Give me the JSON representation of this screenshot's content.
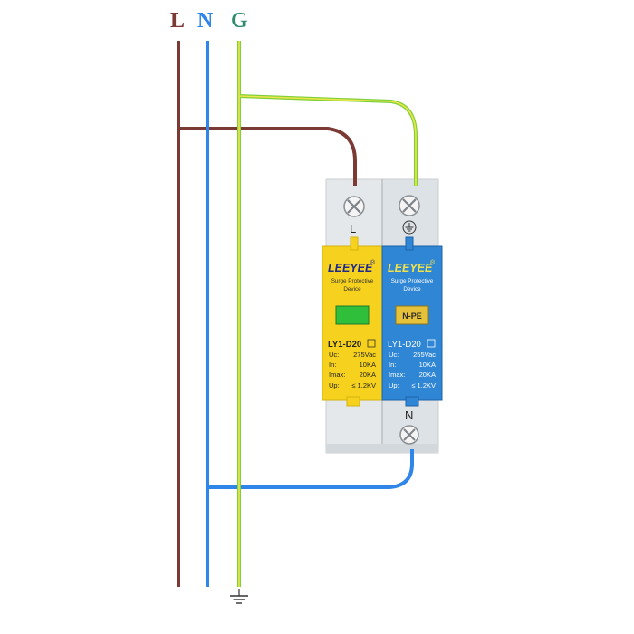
{
  "conductor_labels": {
    "line": "L",
    "neutral": "N",
    "ground": "G"
  },
  "colors": {
    "line_wire": "#7b3a33",
    "neutral_wire": "#2f86e8",
    "ground_wire_green": "#7fd03a",
    "ground_wire_yellow": "#ece64a",
    "module_line_body": "#f6d21e",
    "module_neutral_body": "#2f86d4",
    "housing": "#e3e7ea",
    "indicator_green": "#2fbf3a"
  },
  "module_line": {
    "terminal_label": "L",
    "brand": "LEEYEE",
    "registered": "®",
    "subtitle_line1": "Surge Protective",
    "subtitle_line2": "Device",
    "model": "LY1-D20",
    "specs": [
      {
        "key": "Uc:",
        "value": "275Vac"
      },
      {
        "key": "In:",
        "value": "10KA"
      },
      {
        "key": "Imax:",
        "value": "20KA"
      },
      {
        "key": "Up:",
        "value": "≤ 1.2KV"
      }
    ]
  },
  "module_neutral": {
    "top_terminal_icon": "ground-symbol-icon",
    "bottom_terminal_label": "N",
    "brand": "LEEYEE",
    "registered": "®",
    "subtitle_line1": "Surge Protective",
    "subtitle_line2": "Device",
    "window_label": "N-PE",
    "model": "LY1-D20",
    "specs": [
      {
        "key": "Uc:",
        "value": "255Vac"
      },
      {
        "key": "In:",
        "value": "10KA"
      },
      {
        "key": "Imax:",
        "value": "20KA"
      },
      {
        "key": "Up:",
        "value": "≤ 1.2KV"
      }
    ]
  },
  "ground_symbol_icon": "earth-ground-icon"
}
